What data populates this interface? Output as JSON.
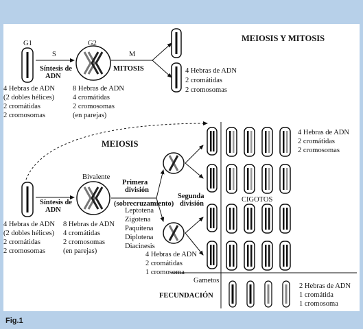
{
  "title_mm": "MEIOSIS Y MITOSIS",
  "title_meiosis": "MEIOSIS",
  "fig_label": "Fig.1",
  "g1": "G1",
  "g2": "G2",
  "s": "S",
  "m": "M",
  "sintesis_de": "Síntesis de",
  "adn": "ADN",
  "mitosis": "MITOSIS",
  "bivalente": "Bivalente",
  "primera": "Primera",
  "division": "división",
  "segunda": "Segunda",
  "sobrecruz": "(sobrecruzamiento)",
  "cigotos": "CIGOTOS",
  "gametos": "Gametos",
  "fecundacion": "FECUNDACIÓN",
  "stages": [
    "Leptotena",
    "Zigotena",
    "Paquitena",
    "Diplotena",
    "Diacinesis"
  ],
  "g1_lines": [
    "4 Hebras de ADN",
    "(2 dobles hélices)",
    "2 cromátidas",
    "2 cromosomas"
  ],
  "g2_lines": [
    "8 Hebras de ADN",
    "4 cromátidas",
    "2 cromosomas",
    "(en parejas)"
  ],
  "four_lines": [
    "4 Hebras de ADN",
    "2 cromátidas",
    "2 cromosomas"
  ],
  "four_one_lines": [
    "4 Hebras de ADN",
    "2 cromátidas",
    "1 cromosoma"
  ],
  "two_lines": [
    "2 Hebras de ADN",
    "1 cromátida",
    "1 cromosoma"
  ]
}
